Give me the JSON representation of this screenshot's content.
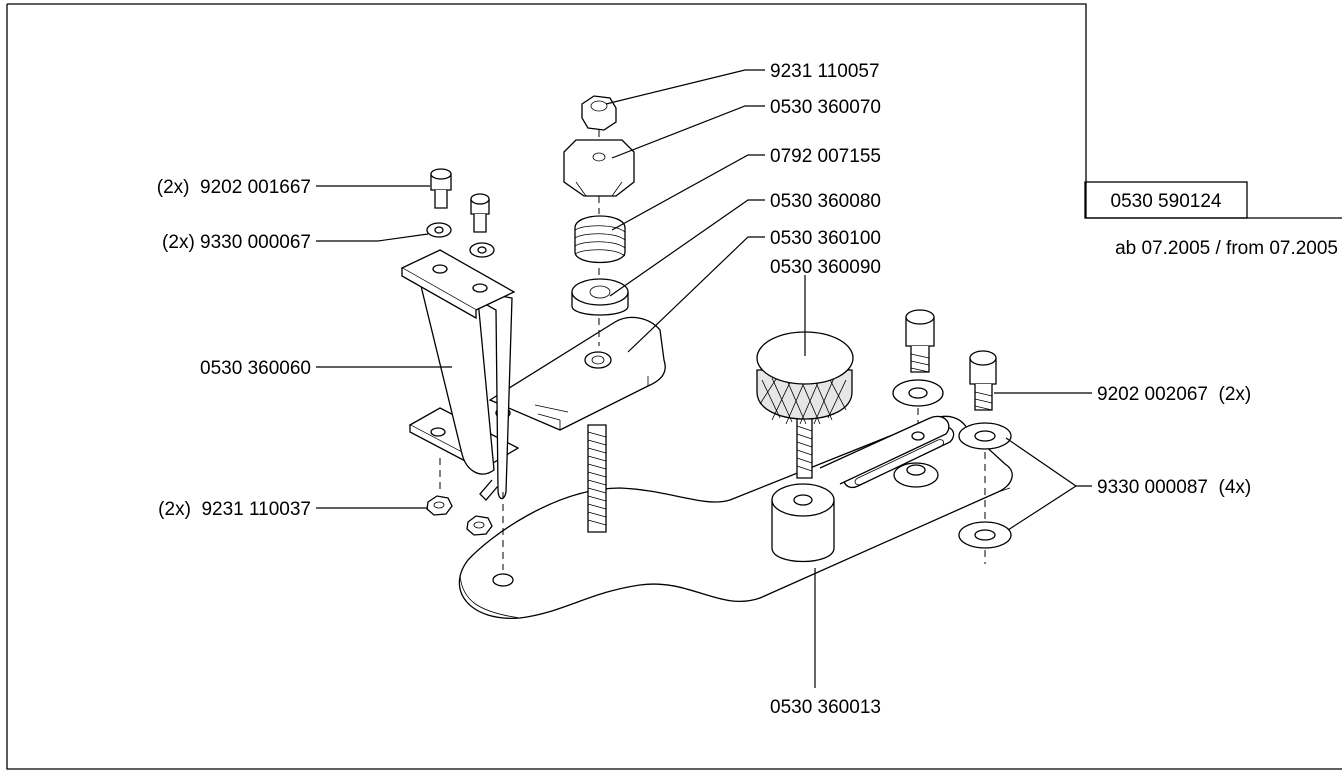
{
  "assembly": {
    "number": "0530 590124",
    "note": "ab 07.2005 / from 07.2005"
  },
  "callouts": [
    {
      "id": "c-9231-110057",
      "text": "9231 110057"
    },
    {
      "id": "c-0530-360070",
      "text": "0530 360070"
    },
    {
      "id": "c-0792-007155",
      "text": "0792 007155"
    },
    {
      "id": "c-0530-360080",
      "text": "0530 360080"
    },
    {
      "id": "c-0530-360100",
      "text": "0530 360100"
    },
    {
      "id": "c-0530-360090",
      "text": "0530 360090"
    },
    {
      "id": "c-9202-001667",
      "text": "(2x)  9202 001667"
    },
    {
      "id": "c-9330-000067",
      "text": "(2x) 9330 000067"
    },
    {
      "id": "c-0530-360060",
      "text": "0530 360060"
    },
    {
      "id": "c-9231-110037",
      "text": "(2x)  9231 110037"
    },
    {
      "id": "c-9202-002067",
      "text": "9202 002067  (2x)"
    },
    {
      "id": "c-9330-000087",
      "text": "9330 000087  (4x)"
    },
    {
      "id": "c-0530-360013",
      "text": "0530 360013"
    }
  ]
}
